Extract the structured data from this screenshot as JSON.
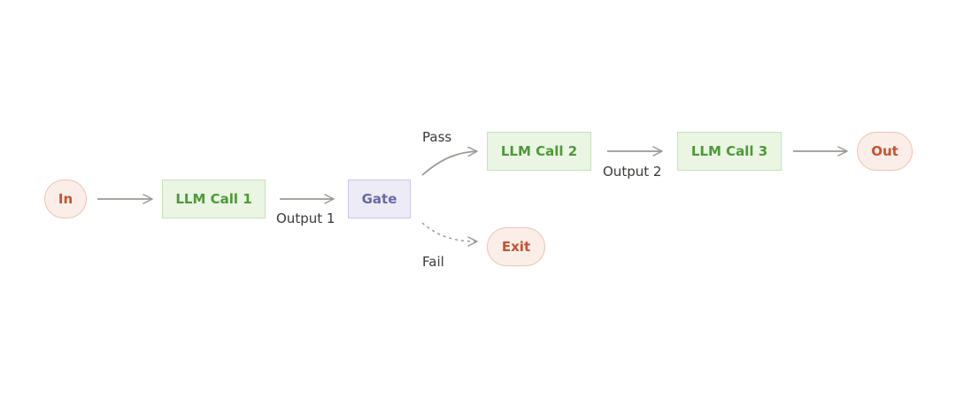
{
  "diagram": {
    "nodes": {
      "input": "In",
      "llm_call_1": "LLM Call 1",
      "gate": "Gate",
      "llm_call_2": "LLM Call 2",
      "llm_call_3": "LLM Call 3",
      "output": "Out",
      "exit": "Exit"
    },
    "edge_labels": {
      "output_1": "Output 1",
      "pass": "Pass",
      "fail": "Fail",
      "output_2": "Output 2"
    },
    "colors": {
      "terminal_fill": "#fbeee8",
      "terminal_text": "#c5532f",
      "llm_fill": "#eaf5e4",
      "llm_text": "#4d9a35",
      "gate_fill": "#ecebf6",
      "gate_text": "#6b67a6",
      "arrow": "#9a9a96"
    }
  }
}
